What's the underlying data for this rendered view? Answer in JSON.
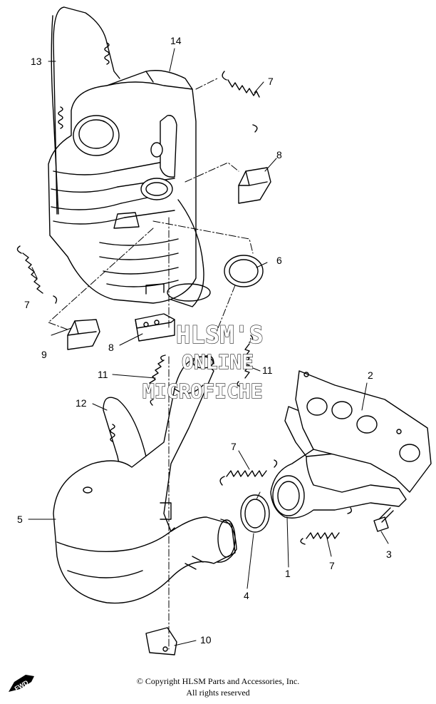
{
  "callouts": {
    "c1": "1",
    "c2": "2",
    "c3": "3",
    "c4": "4",
    "c5": "5",
    "c6": "6",
    "c7a": "7",
    "c7b": "7",
    "c7c": "7",
    "c7d": "7",
    "c8a": "8",
    "c8b": "8",
    "c9": "9",
    "c10": "10",
    "c11a": "11",
    "c11b": "11",
    "c12": "12",
    "c13": "13",
    "c14": "14"
  },
  "watermark": {
    "line1": "HLSM'S",
    "line2": "ONLINE",
    "line3": "MICROFICHE"
  },
  "footer": {
    "copyright": "© Copyright HLSM Parts and Accessories, Inc.",
    "rights": "All rights reserved"
  },
  "badge": {
    "label": "FWD"
  }
}
